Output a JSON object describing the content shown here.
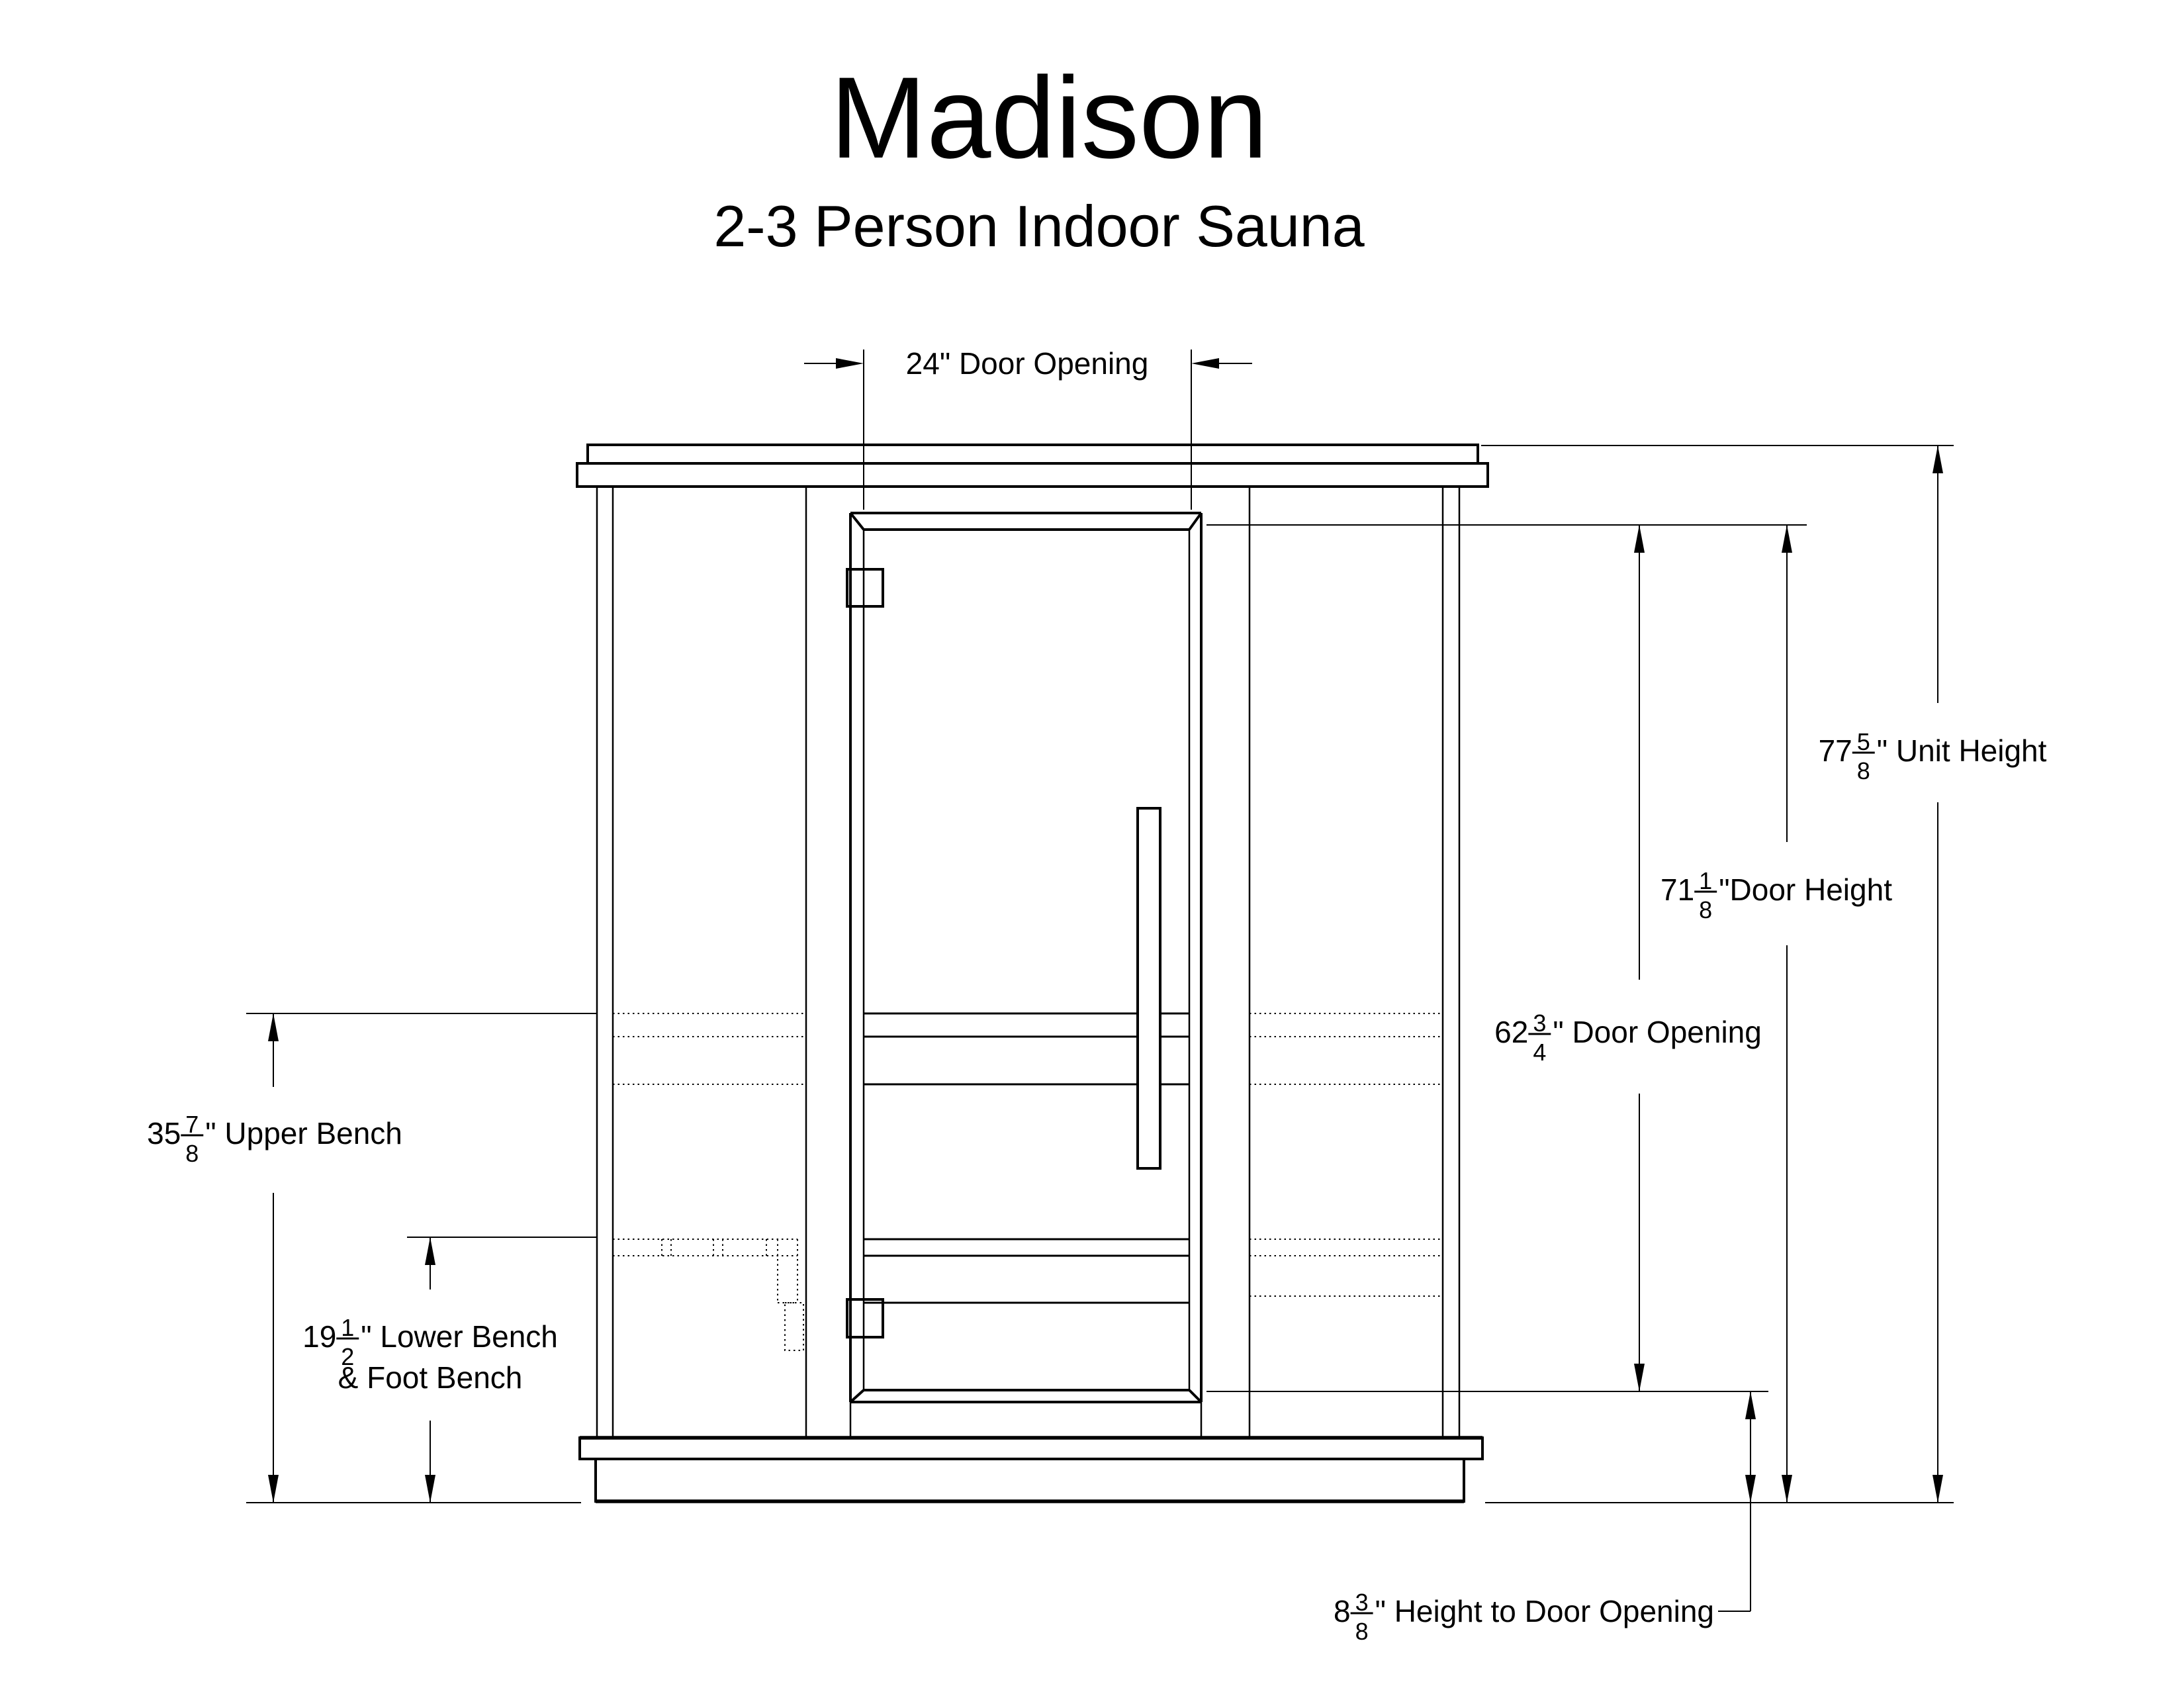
{
  "page": {
    "paper_color": "#ffffff",
    "ink_color": "#000000"
  },
  "title": {
    "text": "Madison",
    "subtitle": "2-3 Person Indoor Sauna"
  },
  "dimensions": {
    "door_opening_width": {
      "whole": "24",
      "num": null,
      "den": null,
      "suffix": "\" Door Opening"
    },
    "unit_height": {
      "whole": "77",
      "num": "5",
      "den": "8",
      "suffix": "\" Unit Height"
    },
    "door_height": {
      "whole": "71",
      "num": "1",
      "den": "8",
      "suffix": "\"Door Height"
    },
    "door_opening_height": {
      "whole": "62",
      "num": "3",
      "den": "4",
      "suffix": "\" Door Opening"
    },
    "upper_bench": {
      "whole": "35",
      "num": "7",
      "den": "8",
      "suffix": "\" Upper Bench"
    },
    "lower_bench": {
      "whole": "19",
      "num": "1",
      "den": "2",
      "suffix": "\" Lower Bench",
      "line2": "& Foot Bench"
    },
    "height_to_door_opening": {
      "whole": "8",
      "num": "3",
      "den": "8",
      "suffix": "\" Height to Door Opening"
    }
  }
}
